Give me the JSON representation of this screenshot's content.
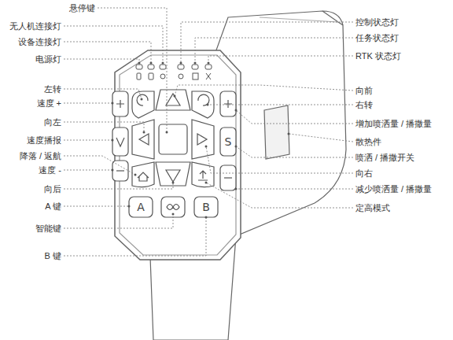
{
  "diagram": {
    "labels": [
      "悬停键",
      "无人机连接灯",
      "设备连接灯",
      "电源灯",
      "左转",
      "速度 +",
      "向左",
      "速度播报",
      "降落 / 返航",
      "速度 -",
      "向后",
      "A 键",
      "智能键",
      "B 键",
      "控制状态灯",
      "任务状态灯",
      "RTK 状态灯",
      "向前",
      "右转",
      "增加喷洒量 / 播撒量",
      "散热件",
      "喷洒 / 播撒开关",
      "向右",
      "减少喷洒量 / 播撒量",
      "定高模式",
      "A",
      "B",
      "S"
    ]
  }
}
